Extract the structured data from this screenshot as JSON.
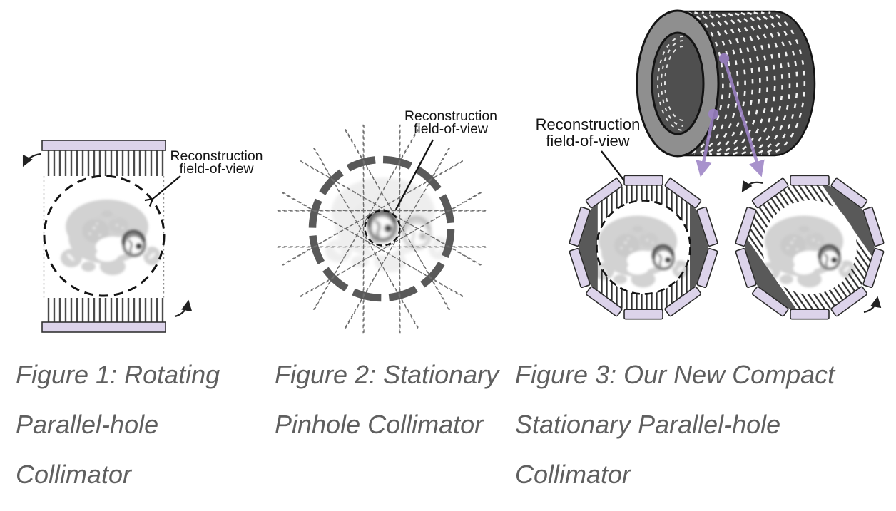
{
  "colors": {
    "lavender": "#DCD3EA",
    "darkGray": "#595959",
    "purple": "#9D83C6",
    "ink": "#1a1a1a",
    "bodyGray": "#d2d2d2",
    "captionGray": "#5f5f5f"
  },
  "figure1": {
    "label": "Reconstruction\nfield-of-view",
    "caption": "Figure 1: Rotating\nParallel-hole\nCollimator"
  },
  "figure2": {
    "label": "Reconstruction\nfield-of-view",
    "caption": "Figure 2: Stationary\nPinhole Collimator"
  },
  "figure3": {
    "label": "Reconstruction\nfield-of-view",
    "caption": "Figure 3: Our New Compact\nStationary Parallel-hole\nCollimator"
  }
}
